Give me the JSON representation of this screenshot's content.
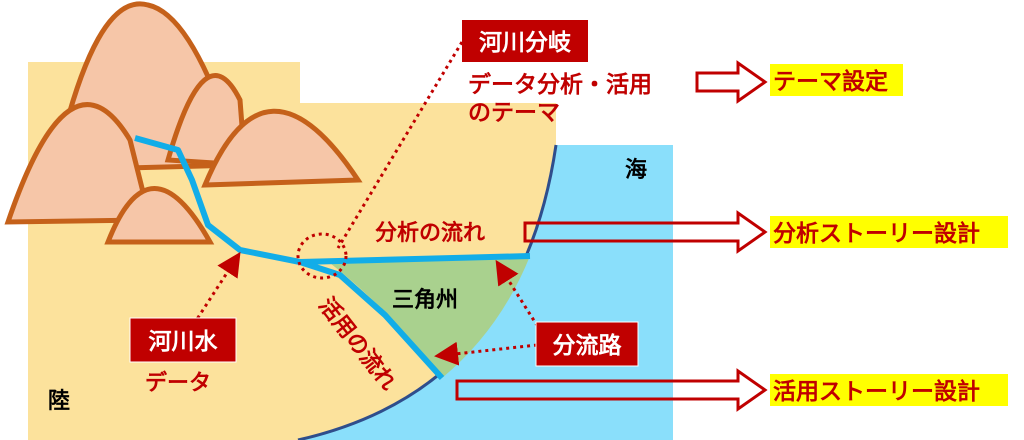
{
  "labels": {
    "land": "陸",
    "sea": "海",
    "delta": "三角州",
    "analysis_flow": "分析の流れ",
    "utilization_flow": "活用の流れ",
    "river_branch": "河川分岐",
    "river_water": "河川水",
    "distributary": "分流路",
    "data": "データ",
    "theme_line1": "データ分析・活用",
    "theme_line2": "のテーマ"
  },
  "outcomes": [
    {
      "label": "テーマ設定"
    },
    {
      "label": "分析ストーリー設計"
    },
    {
      "label": "活用ストーリー設計"
    }
  ],
  "colors": {
    "accent_red": "#C00000",
    "land": "#FCE29C",
    "sea": "#8ADFFB",
    "river": "#12ADE8",
    "delta": "#A9D18E",
    "mountain_fill": "#F6C6A8",
    "mountain_stroke": "#C5611A",
    "coast": "#2F4E8C",
    "highlight": "#FFFF00"
  }
}
